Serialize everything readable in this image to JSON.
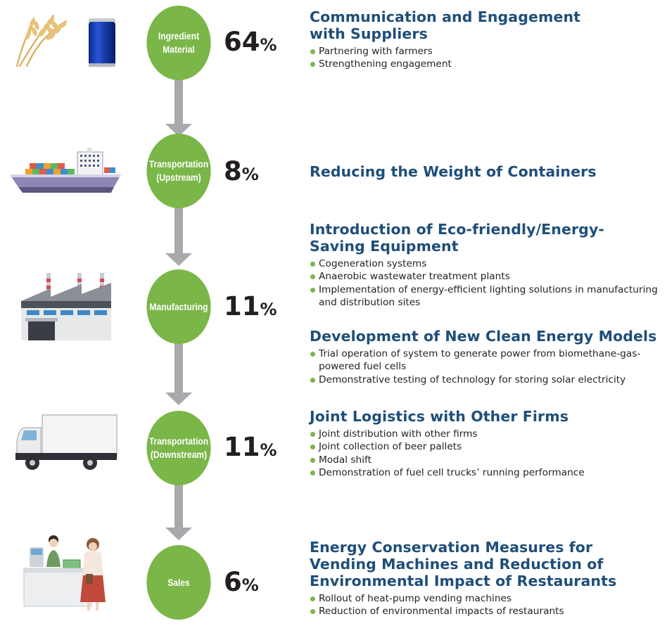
{
  "stages": [
    {
      "label_lines": [
        "Ingredient",
        "Material"
      ],
      "percent_value": "64",
      "percent_unit": "%",
      "icons": [
        "wheat-icon",
        "can-icon"
      ]
    },
    {
      "label_lines": [
        "Transportation",
        "(Upstream)"
      ],
      "percent_value": "8",
      "percent_unit": "%",
      "icons": [
        "cargo-ship-icon"
      ]
    },
    {
      "label_lines": [
        "Manufacturing"
      ],
      "percent_value": "11",
      "percent_unit": "%",
      "icons": [
        "factory-icon"
      ]
    },
    {
      "label_lines": [
        "Transportation",
        "(Downstream)"
      ],
      "percent_value": "11",
      "percent_unit": "%",
      "icons": [
        "truck-icon"
      ]
    },
    {
      "label_lines": [
        "Sales"
      ],
      "percent_value": "6",
      "percent_unit": "%",
      "icons": [
        "store-checkout-icon"
      ]
    }
  ],
  "sections": [
    {
      "title_lines": [
        "Communication and Engagement",
        "with Suppliers"
      ],
      "items": [
        "Partnering with farmers",
        "Strengthening engagement"
      ]
    },
    {
      "title_lines": [
        "Reducing the Weight of Containers"
      ],
      "items": []
    },
    {
      "title_lines": [
        "Introduction of Eco-friendly/Energy-",
        "Saving Equipment"
      ],
      "items": [
        "Cogeneration systems",
        "Anaerobic wastewater treatment plants",
        "Implementation of energy-efficient lighting solutions in manufacturing and distribution sites"
      ]
    },
    {
      "title_lines": [
        "Development of New Clean Energy Models"
      ],
      "items": [
        "Trial operation of system to generate power from biomethane-gas-powered fuel cells",
        "Demonstrative testing of technology for storing solar electricity"
      ]
    },
    {
      "title_lines": [
        "Joint Logistics with Other Firms"
      ],
      "items": [
        "Joint distribution with other firms",
        "Joint collection of beer pallets",
        "Modal shift",
        "Demonstration of fuel cell trucks’ running performance"
      ]
    },
    {
      "title_lines": [
        "Energy Conservation Measures for",
        "Vending Machines and Reduction of",
        "Environmental Impact of Restaurants"
      ],
      "items": [
        "Rollout of heat-pump vending machines",
        "Reduction of environmental impacts of restaurants"
      ]
    }
  ],
  "colors": {
    "circle": "#7ab648",
    "arrow": "#a7a9ac",
    "heading": "#1f4e79",
    "bullet": "#7ab648"
  }
}
